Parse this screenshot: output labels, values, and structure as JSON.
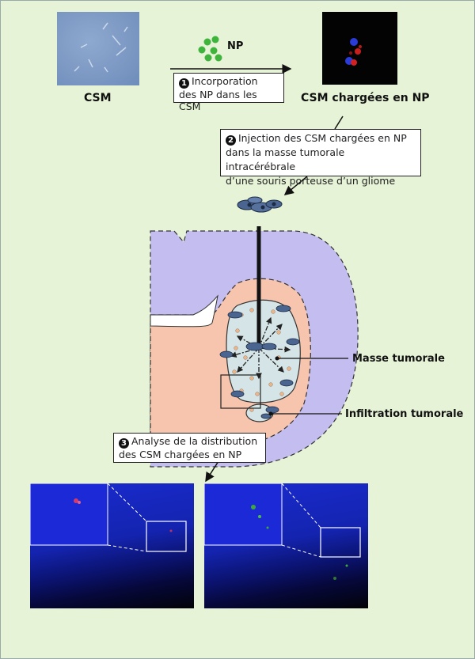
{
  "top": {
    "csm_label": "CSM",
    "np_label": "NP",
    "loaded_label": "CSM chargées en NP"
  },
  "steps": [
    {
      "number": "1",
      "lines": [
        "Incorporation",
        "des NP dans les CSM"
      ]
    },
    {
      "number": "2",
      "lines": [
        "Injection des CSM chargées en NP",
        "dans la masse tumorale intracérébrale",
        "d’une souris porteuse d’un gliome"
      ]
    },
    {
      "number": "3",
      "lines": [
        "Analyse de la distribution",
        "des CSM chargées en NP"
      ]
    }
  ],
  "brain": {
    "tumor_label": "Masse tumorale",
    "infiltration_label": "Infiltration tumorale"
  },
  "colors": {
    "background": "#e6f3d6",
    "cortex": "#c3bdf0",
    "tissue": "#f7c4ad",
    "tumor": "#d5e5e7",
    "np_green": "#3fb43c",
    "cell": "#4a6690"
  }
}
